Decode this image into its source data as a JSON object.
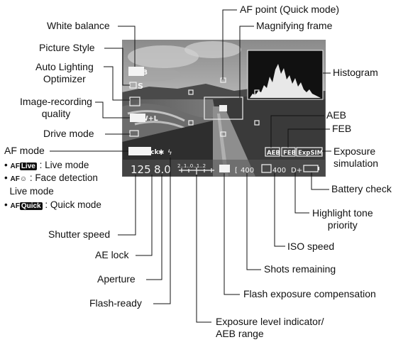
{
  "screen": {
    "osd": {
      "awb": "AWB",
      "picture_style": "S",
      "image_quality": "RAW+L",
      "af_mode": "AFQuick",
      "shutter": "125",
      "aperture": "8.0",
      "scale": "2..1..0..1..2",
      "shots": "400",
      "iso": "400",
      "aeb": "AEB",
      "feb": "FEB",
      "expsim": "ExpSIM"
    }
  },
  "labels": {
    "af_point": "AF point (Quick mode)",
    "magnifying_frame": "Magnifying frame",
    "white_balance": "White balance",
    "picture_style": "Picture Style",
    "alo": "Auto Lighting\nOptimizer",
    "image_quality": "Image-recording\nquality",
    "histogram": "Histogram",
    "drive_mode": "Drive mode",
    "aeb": "AEB",
    "feb": "FEB",
    "af_mode": "AF mode",
    "exposure_sim": "Exposure\nsimulation",
    "battery": "Battery check",
    "highlight": "Highlight tone\npriority",
    "iso": "ISO speed",
    "shutter": "Shutter speed",
    "ae_lock": "AE lock",
    "shots_remaining": "Shots remaining",
    "aperture": "Aperture",
    "flash_comp": "Flash exposure compensation",
    "flash_ready": "Flash-ready",
    "exposure_level": "Exposure level indicator/\nAEB range"
  },
  "af_modes": [
    {
      "icon_prefix": "AF",
      "icon_tag": "Live",
      "text": ": Live mode"
    },
    {
      "icon_prefix": "AF",
      "icon_tag": "☺",
      "text": ": Face detection\n  Live mode"
    },
    {
      "icon_prefix": "AF",
      "icon_tag": "Quick",
      "text": ": Quick mode"
    }
  ]
}
